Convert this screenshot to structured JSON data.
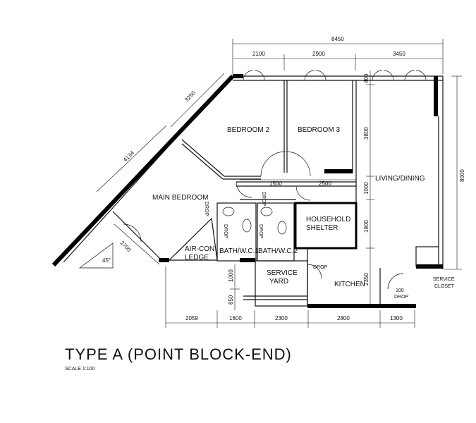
{
  "rooms": {
    "bedroom2": "BEDROOM 2",
    "bedroom3": "BEDROOM 3",
    "living": "LIVING/DINING",
    "main_bedroom": "MAIN BEDROOM",
    "household1": "HOUSEHOLD",
    "household2": "SHELTER",
    "aircon1": "AIR-CON",
    "aircon2": "LEDGE",
    "bath1": "BATH/W.C.1",
    "bath2": "BATH/W.C.2",
    "service_yard1": "SERVICE",
    "service_yard2": "YARD",
    "kitchen": "KITCHEN",
    "closet1": "SERVICE",
    "closet2": "CLOSET"
  },
  "drop_labels": {
    "drop": "DROP",
    "drop_100": "100",
    "angle": "45°"
  },
  "dimensions": {
    "top_total": "8450",
    "top_1": "2100",
    "top_2": "2900",
    "top_3": "3450",
    "diag_1": "3250",
    "diag_2": "4134",
    "diag_3": "2700",
    "right_total": "8000",
    "mid_400": "400",
    "mid_3800": "3800",
    "mid_1000": "1000",
    "mid_1900": "1900",
    "mid_2350": "2350",
    "h_1500": "1500",
    "h_2500": "2500",
    "left_1000": "1000",
    "left_850": "850",
    "bot_1": "2059",
    "bot_2": "1600",
    "bot_3": "2300",
    "bot_4": "2800",
    "bot_5": "1300"
  },
  "title": "TYPE A (POINT BLOCK-END)",
  "scale": "SCALE   1:100"
}
